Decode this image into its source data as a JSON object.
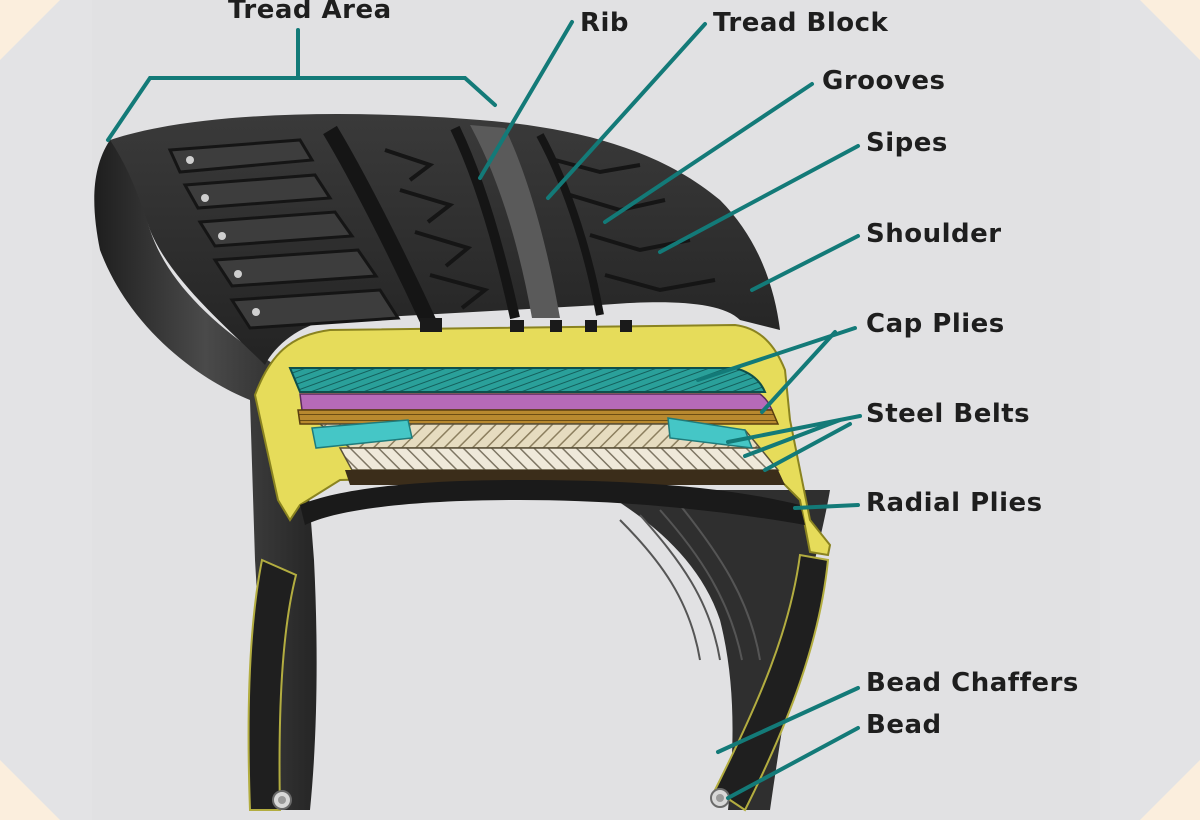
{
  "colors": {
    "background": "#fbeedd",
    "panel": "#e3e3e5",
    "leader_line": "#137a78",
    "rubber": "#2c2c2c",
    "rubber_light": "#4a4a4a",
    "liner_yellow": "#e6dc5a",
    "cap_ply": "#2aa09a",
    "steel_belt": "#d9cfae",
    "radial_ply": "#b8892f"
  },
  "labels": {
    "tread_area": "Tread Area",
    "rib": "Rib",
    "tread_block": "Tread Block",
    "grooves": "Grooves",
    "sipes": "Sipes",
    "shoulder": "Shoulder",
    "cap_plies": "Cap Plies",
    "steel_belts": "Steel Belts",
    "radial_plies": "Radial Plies",
    "bead_chaffers": "Bead Chaffers",
    "bead": "Bead"
  }
}
